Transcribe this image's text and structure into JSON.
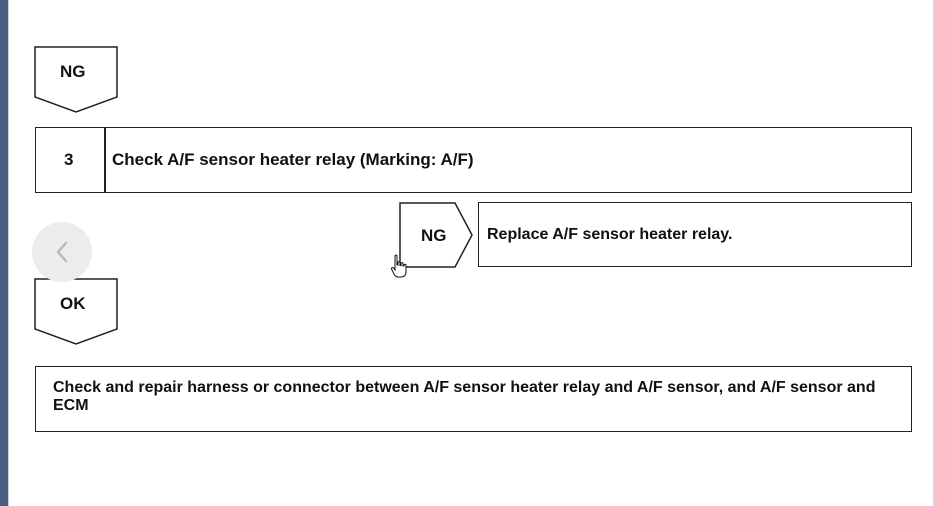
{
  "flow": {
    "ng_tag_top": "NG",
    "step": {
      "number": "3",
      "title": "Check A/F sensor heater relay (Marking: A/F)"
    },
    "ng_branch": {
      "tag": "NG",
      "action": "Replace A/F sensor heater relay."
    },
    "ok_tag": "OK",
    "final_action": "Check and repair harness or connector between A/F sensor heater relay and A/F sensor, and A/F sensor and ECM"
  },
  "nav": {
    "prev_icon": "chevron-left-icon"
  },
  "cursor_icon": "hand-pointer-icon"
}
